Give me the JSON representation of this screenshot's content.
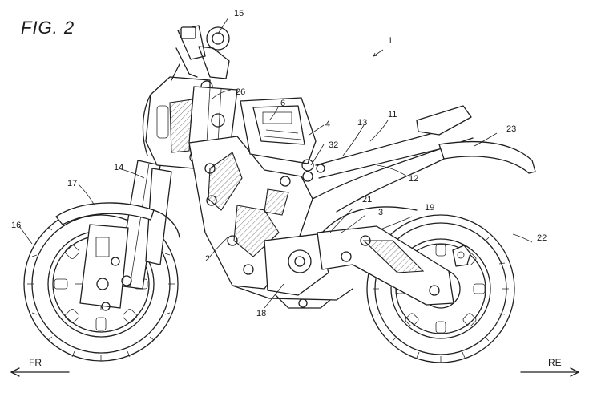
{
  "figure": {
    "title": "FIG. 2"
  },
  "labels": {
    "l1": "1",
    "l2": "2",
    "l3": "3",
    "l4": "4",
    "l6": "6",
    "l11": "11",
    "l12": "12",
    "l13": "13",
    "l14": "14",
    "l15": "15",
    "l16": "16",
    "l17": "17",
    "l18": "18",
    "l19": "19",
    "l21": "21",
    "l22": "22",
    "l23": "23",
    "l26": "26",
    "l32": "32"
  },
  "directions": {
    "front": "FR",
    "rear": "RE"
  }
}
